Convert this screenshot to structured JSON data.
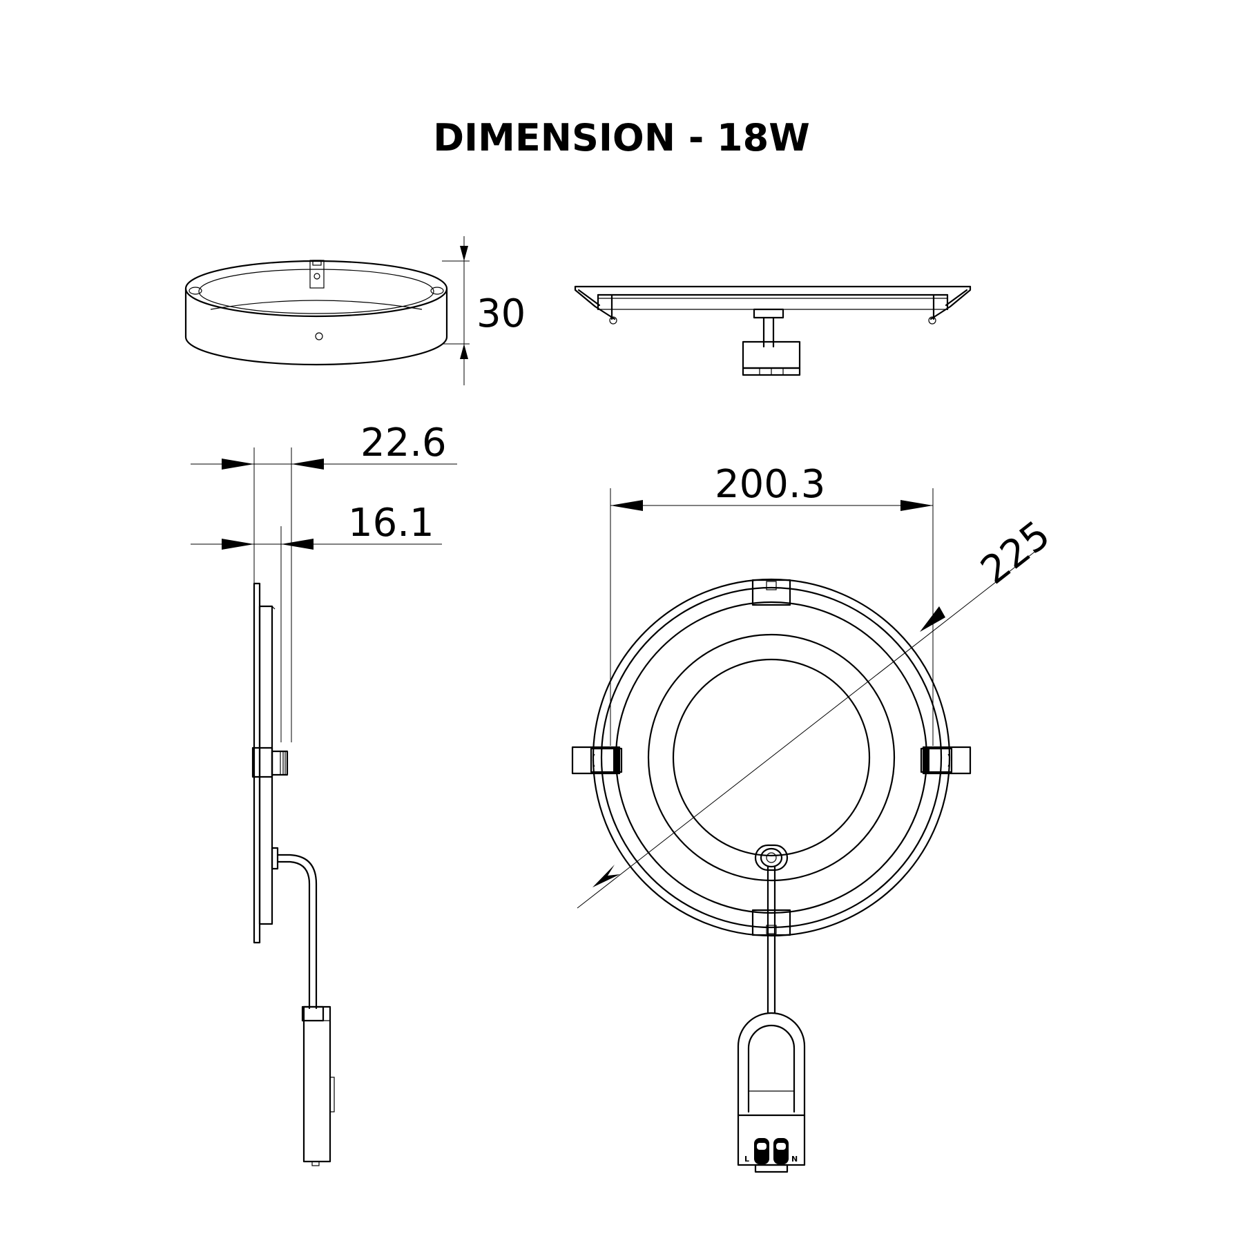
{
  "title": "DIMENSION - 18W",
  "dimensions": {
    "height": "30",
    "outer_offset": "22.6",
    "inner_offset": "16.1",
    "cutout_diameter": "200.3",
    "outer_diameter": "225"
  },
  "connector_labels": {
    "live": "L",
    "neutral": "N"
  }
}
